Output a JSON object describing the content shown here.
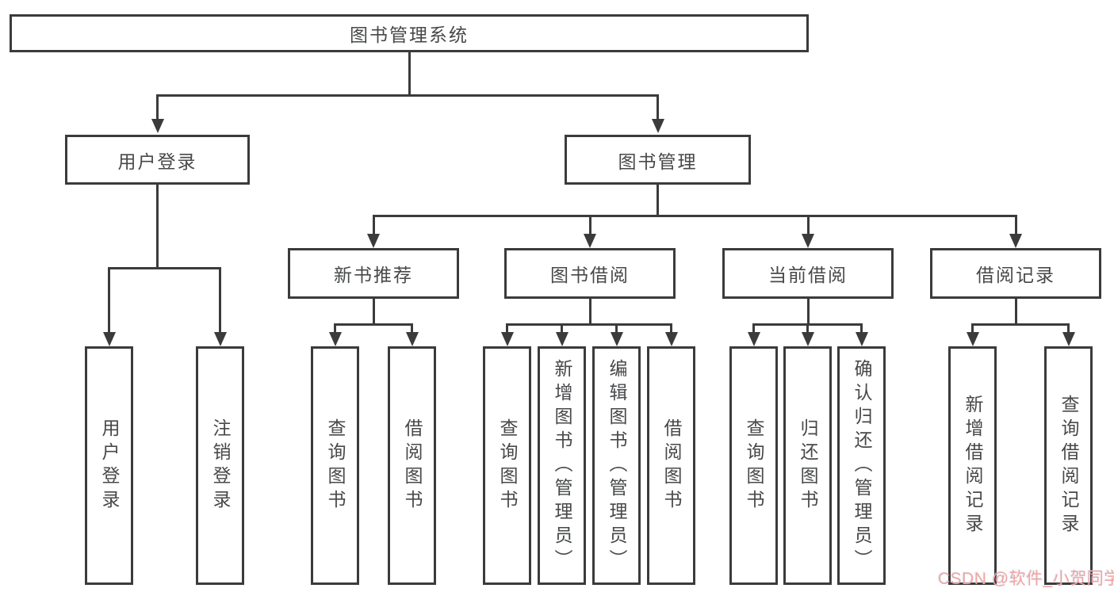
{
  "nodes": {
    "root": "图书管理系统",
    "level2": [
      "用户登录",
      "图书管理"
    ],
    "level3": [
      "新书推荐",
      "图书借阅",
      "当前借阅",
      "借阅记录"
    ],
    "leaves": [
      "用户登录",
      "注销登录",
      "查询图书",
      "借阅图书",
      "查询图书",
      "新增图书（管理员）",
      "编辑图书（管理员）",
      "借阅图书",
      "查询图书",
      "归还图书",
      "确认归还（管理员）",
      "新增借阅记录",
      "查询借阅记录"
    ]
  },
  "watermark": "CSDN @软件_小贺同学",
  "colors": {
    "line": "#3b3b3b",
    "text": "#47484a",
    "background": "#ffffff",
    "watermark": "#f2a5a2"
  }
}
